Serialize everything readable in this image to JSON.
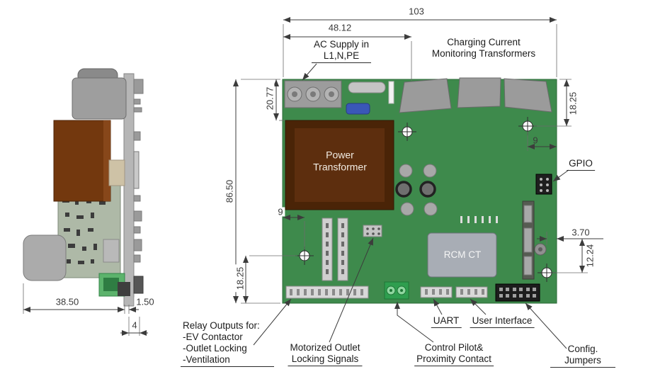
{
  "drawing": {
    "labels": {
      "ac_supply": "AC Supply in\nL1,N,PE",
      "charging_current": "Charging Current\nMonitoring Transformers",
      "gpio": "GPIO",
      "power_transformer": "Power\nTransformer",
      "rcm_ct": "RCM CT",
      "relay_outputs": "Relay Outputs for:\n-EV Contactor\n-Outlet Locking\n-Ventilation",
      "motorized_outlet": "Motorized Outlet\nLocking Signals",
      "uart": "UART",
      "user_interface": "User Interface",
      "control_pilot": "Control Pilot&\nProximity Contact",
      "config_jumpers": "Config. Jumpers"
    },
    "dimensions": {
      "board_width": "103",
      "ac_supply_offset": "48.12",
      "transformer_top_offset": "20.77",
      "board_height": "86.50",
      "right_hole_top_offset": "18.25",
      "right_hole_edge_offset": "9",
      "left_hole_edge_offset": "9",
      "left_hole_bottom_offset": "18.25",
      "bottom_right_hole_x": "3.70",
      "bottom_right_hole_y": "12.24",
      "side_depth": "38.50",
      "board_thickness": "1.50",
      "connector_protrusion": "4"
    },
    "colors": {
      "pcb_green": "#3e8a4c",
      "transformer_brown": "#5d2e0e",
      "terminal_green": "#2f9e4f",
      "component_gray": "#9c9c9c",
      "fuse_blue": "#3a57b8",
      "line": "#3c3c3c"
    }
  }
}
